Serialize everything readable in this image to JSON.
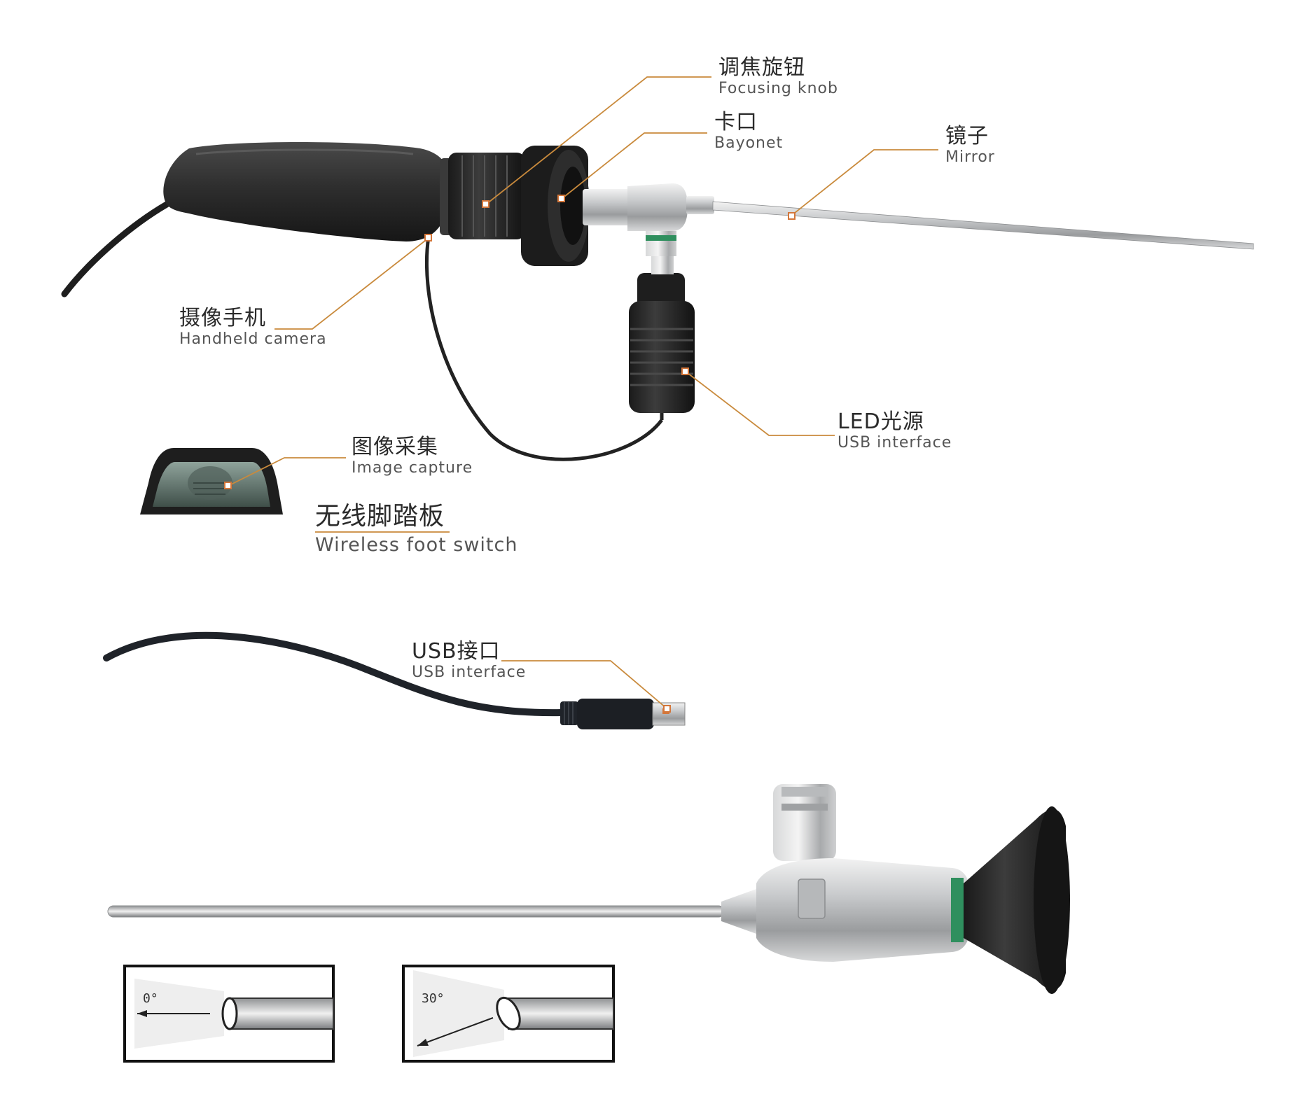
{
  "labels": {
    "focusing_knob": {
      "zh": "调焦旋钮",
      "en": "Focusing knob"
    },
    "bayonet": {
      "zh": "卡口",
      "en": "Bayonet"
    },
    "mirror": {
      "zh": "镜子",
      "en": "Mirror"
    },
    "handheld_camera": {
      "zh": "摄像手机",
      "en": "Handheld camera"
    },
    "led_light": {
      "zh": "LED光源",
      "en": "USB interface"
    },
    "image_capture": {
      "zh": "图像采集",
      "en": "Image capture"
    },
    "foot_switch": {
      "zh": "无线脚踏板",
      "en": "Wireless foot switch"
    },
    "usb_port": {
      "zh": "USB接口",
      "en": "USB interface"
    }
  },
  "angle_views": [
    {
      "angle": "0°"
    },
    {
      "angle": "30°"
    }
  ],
  "colors": {
    "leader_line": "#c98a3c",
    "device_body": "#2a2a2a",
    "steel": "#c9cbcd",
    "green_ring": "#2f8f5e"
  }
}
